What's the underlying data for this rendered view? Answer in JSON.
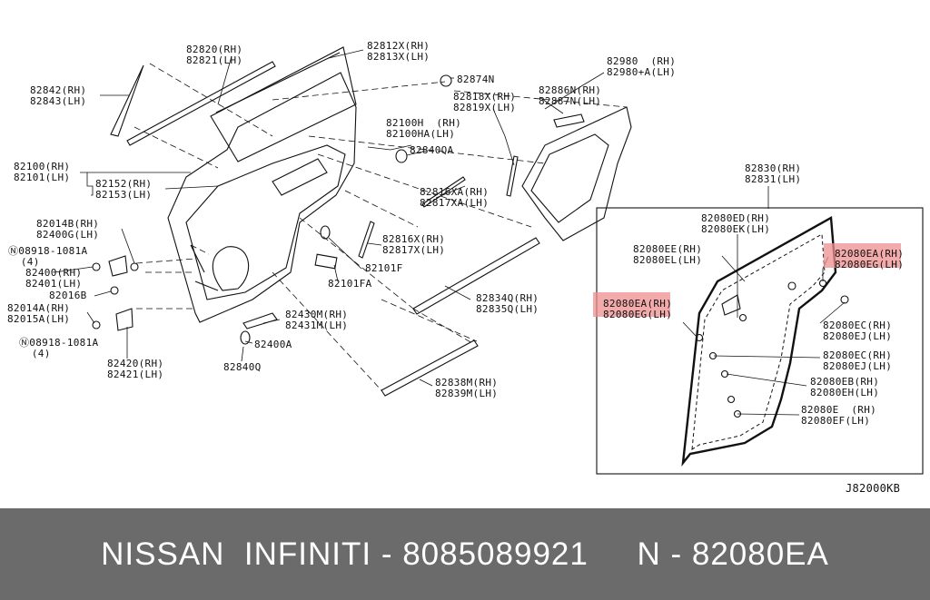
{
  "diagram": {
    "labels": {
      "l82820": "82820(RH)\n82821(LH)",
      "l82812x": "82812X(RH)\n82813X(LH)",
      "l82842": "82842(RH)\n82843(LH)",
      "l82874n": "82874N",
      "l82980": "82980  (RH)\n82980+A(LH)",
      "l82818x": "82818X(RH)\n82819X(LH)",
      "l82886n": "82886N(RH)\n82887N(LH)",
      "l82100h": "82100H  (RH)\n82100HA(LH)",
      "l82840qa": "82840QA",
      "l82100": "82100(RH)\n82101(LH)",
      "l82152": "82152(RH)\n82153(LH)",
      "l82816xa": "82816XA(RH)\n82817XA(LH)",
      "l82830": "82830(RH)\n82831(LH)",
      "l82014b": "82014B(RH)\n82400G(LH)",
      "l82816x": "82816X(RH)\n82817X(LH)",
      "l08918a": "Ⓝ08918-1081A\n  (4)",
      "l82400": "82400(RH)\n82401(LH)",
      "l82101f": "82101F",
      "l82016b": "82016B",
      "l82101fa": "82101FA",
      "l82014a": "82014A(RH)\n82015A(LH)",
      "l82834q": "82834Q(RH)\n82835Q(LH)",
      "l82430m": "82430M(RH)\n82431M(LH)",
      "l08918b": "Ⓝ08918-1081A\n  (4)",
      "l82400a": "82400A",
      "l82420": "82420(RH)\n82421(LH)",
      "l82840q": "82840Q",
      "l82838m": "82838M(RH)\n82839M(LH)",
      "l82080ed": "82080ED(RH)\n82080EK(LH)",
      "l82080ee": "82080EE(RH)\n82080EL(LH)",
      "l82080ea_r": "82080EA(RH)\n82080EG(LH)",
      "l82080ea_l": "82080EA(RH)\n82080EG(LH)",
      "l82080ec1": "82080EC(RH)\n82080EJ(LH)",
      "l82080ec2": "82080EC(RH)\n82080EJ(LH)",
      "l82080eb": "82080EB(RH)\n82080EH(LH)",
      "l82080e": "82080E  (RH)\n82080EF(LH)",
      "lcode": "J82000KB"
    }
  },
  "footer": {
    "text": "NISSAN  INFINITI - 8085089921     N - 82080EA"
  },
  "colors": {
    "highlight": "#ef8e8e",
    "footer_bg": "#6b6b6b"
  }
}
